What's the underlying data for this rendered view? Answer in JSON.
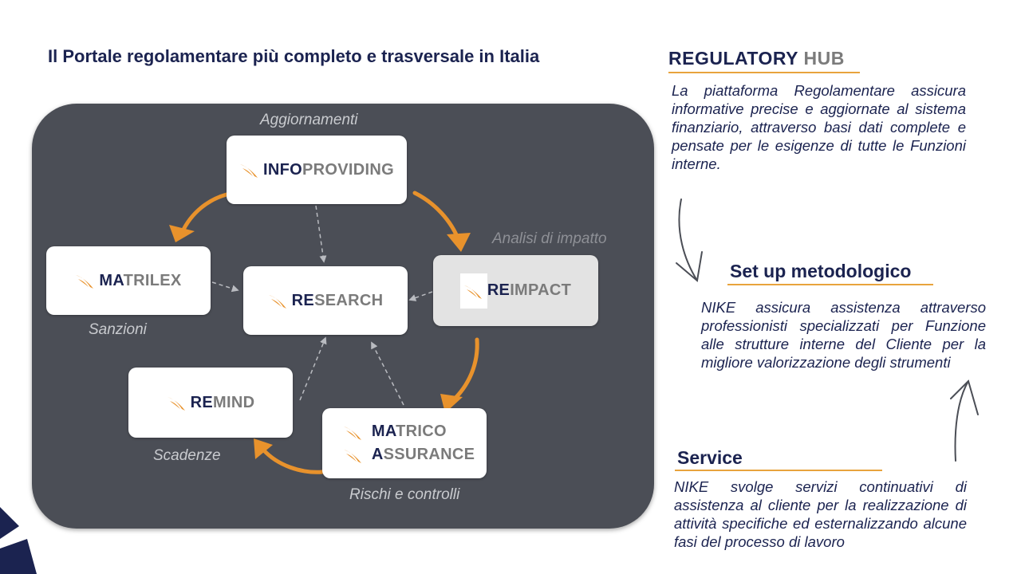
{
  "slide": {
    "title": "Il Portale regolamentare più completo e trasversale in Italia"
  },
  "diagram": {
    "modules": {
      "infoproviding": {
        "strong": "INFO",
        "light": "PROVIDING"
      },
      "matrilex": {
        "strong": "MA",
        "light": "TRILEX"
      },
      "research": {
        "strong": "RE",
        "light": "SEARCH"
      },
      "reimpact": {
        "strong": "RE",
        "light": "IMPACT"
      },
      "remind": {
        "strong": "RE",
        "light": "MIND"
      },
      "matrico": {
        "strong": "MA",
        "light": "TRICO"
      },
      "assurance": {
        "strong": "A",
        "light": "SSURANCE"
      }
    },
    "captions": {
      "aggiornamenti": "Aggiornamenti",
      "analisi": "Analisi di impatto",
      "sanzioni": "Sanzioni",
      "scadenze": "Scadenze",
      "rischi": "Rischi e controlli"
    },
    "colors": {
      "panel": "#4b4e56",
      "arrow": "#e8922c",
      "navy": "#1b2350",
      "gray_text": "#7b7b7b"
    }
  },
  "sidebar": {
    "regulatory": {
      "heading_strong": "REGULATORY",
      "heading_light": "HUB",
      "text": "La piattaforma Regolamentare assicura informative precise e aggiornate al sistema finanziario, attraverso basi dati complete e pensate per le esigenze di tutte le Funzioni interne."
    },
    "setup": {
      "heading": "Set up metodologico",
      "text": "NIKE assicura assistenza attraverso professionisti specializzati per Funzione alle strutture interne del Cliente per la migliore valorizzazione degli strumenti"
    },
    "service": {
      "heading": "Service",
      "text": "NIKE svolge servizi continuativi di assistenza al cliente per la realizzazione di attività specifiche ed esternalizzando alcune fasi del processo di lavoro"
    }
  }
}
